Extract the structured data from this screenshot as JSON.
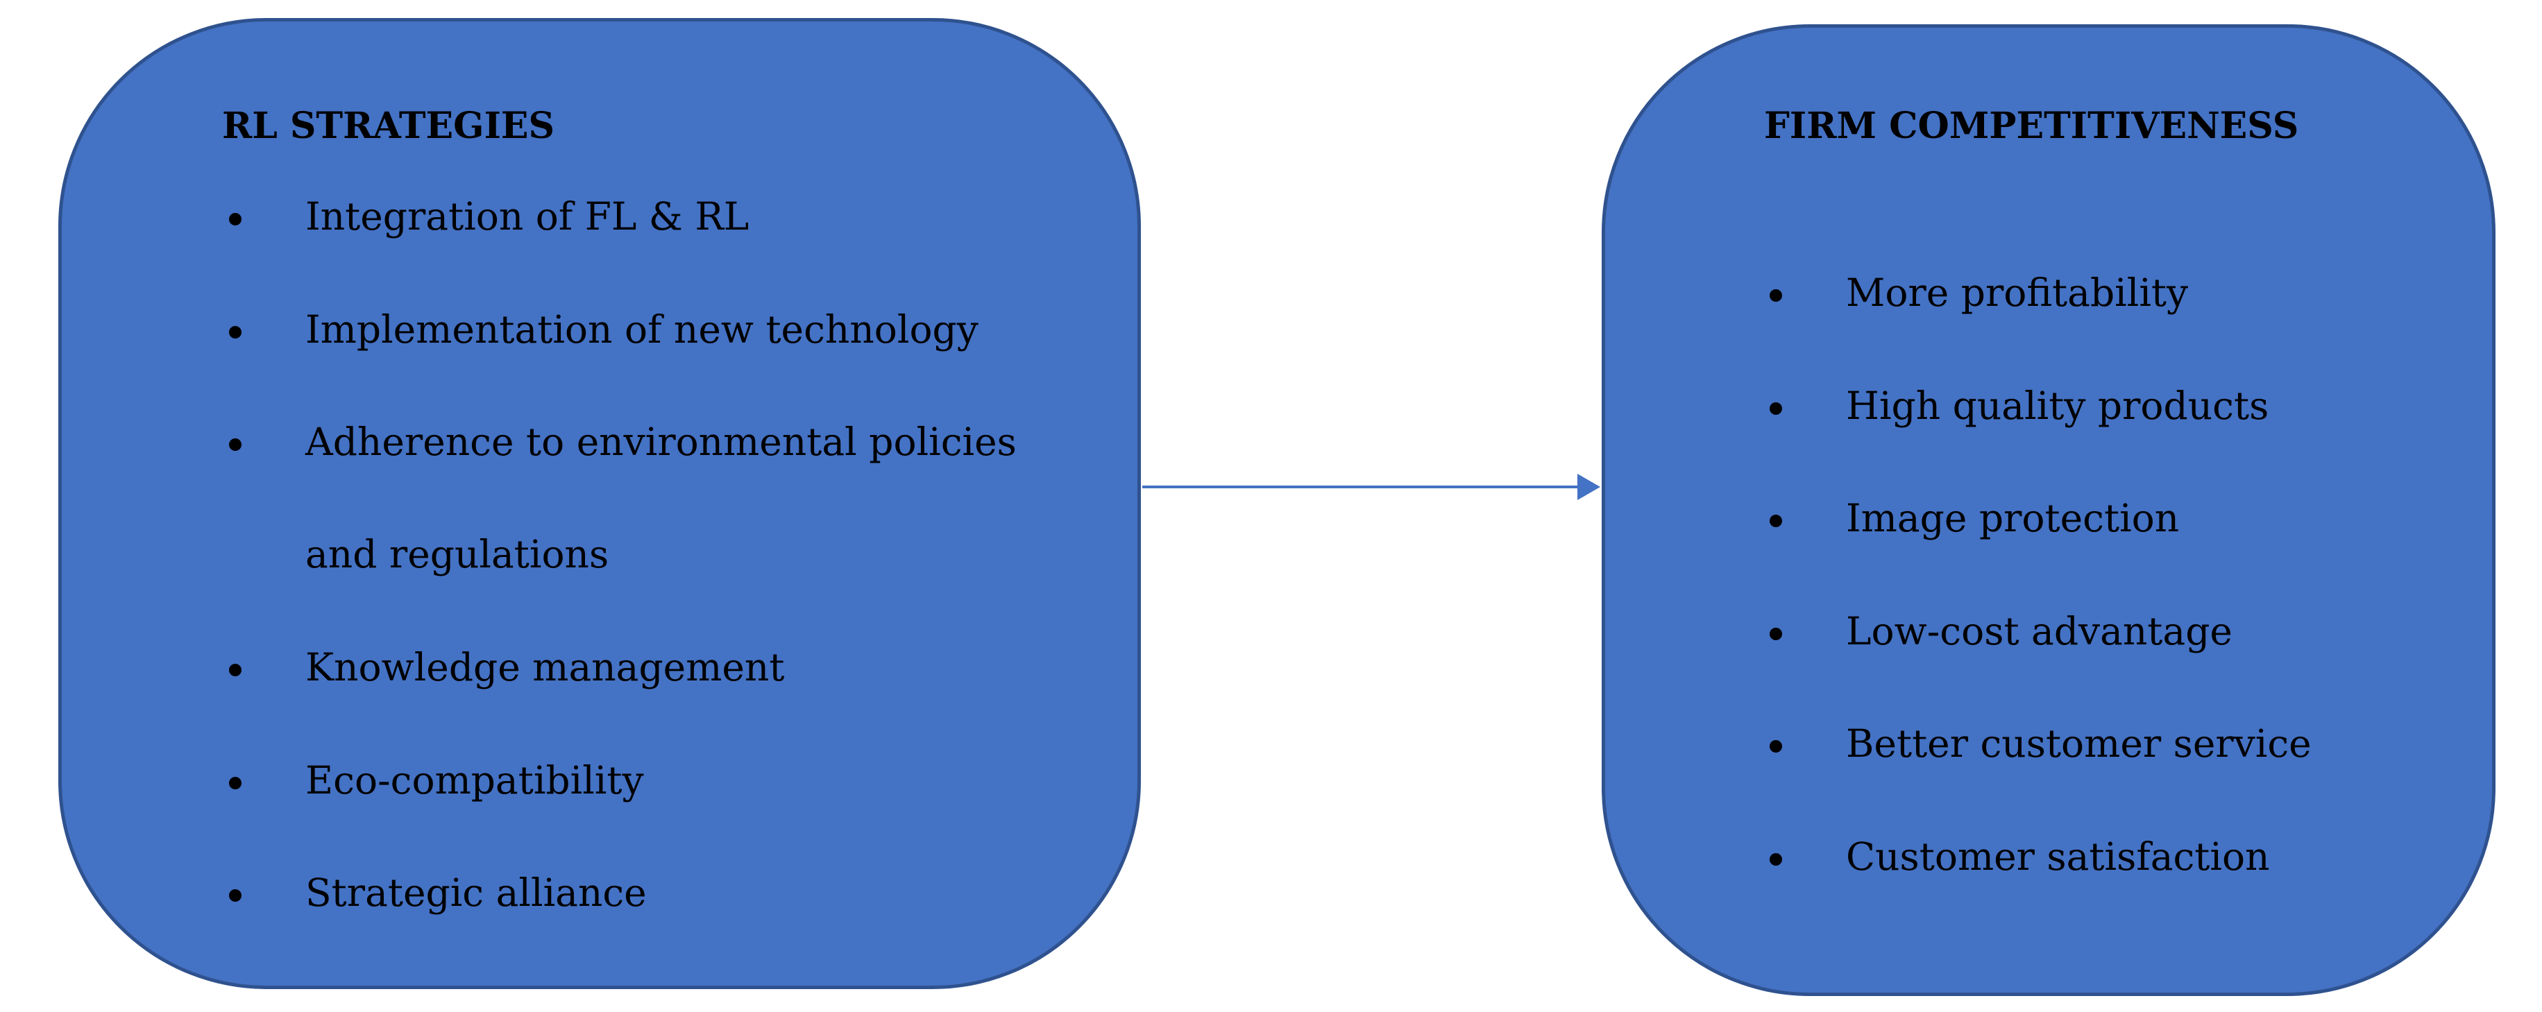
{
  "colors": {
    "box_fill": "#4472c4",
    "box_border": "#2f528f",
    "connector": "#4472c4",
    "text": "#000000"
  },
  "left_box": {
    "title": "RL STRATEGIES",
    "items": [
      "Integration of FL & RL",
      "Implementation of new technology",
      "Adherence to environmental policies",
      "and regulations",
      "Knowledge management",
      "Eco-compatibility",
      "Strategic alliance"
    ]
  },
  "right_box": {
    "title": "FIRM COMPETITIVENESS",
    "items": [
      "More profitability",
      "High quality products",
      "Image protection",
      "Low-cost advantage",
      "Better customer service",
      "Customer satisfaction"
    ]
  }
}
